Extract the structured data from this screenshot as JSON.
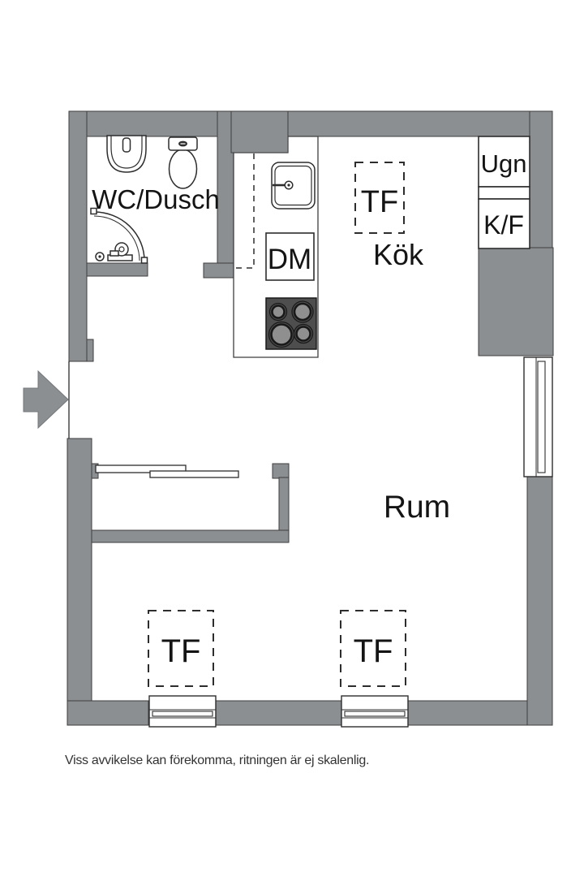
{
  "labels": {
    "bathroom": "WC/Dusch",
    "kitchen": "Kök",
    "room": "Rum",
    "dishwasher": "DM",
    "oven": "Ugn",
    "fridge_freezer": "K/F",
    "tf_kitchen": "TF",
    "tf_window_left": "TF",
    "tf_window_right": "TF"
  },
  "footer": {
    "disclaimer": "Viss avvikelse kan förekomma, ritningen är ej skalenlig."
  },
  "colors": {
    "wall": "#8c8f91",
    "outline": "#3e3e3e",
    "stove": "#4e4e4e",
    "burner_fill": "#8f8f8f",
    "label_text": "#141414",
    "footer_text": "#333333",
    "background": "#ffffff"
  }
}
